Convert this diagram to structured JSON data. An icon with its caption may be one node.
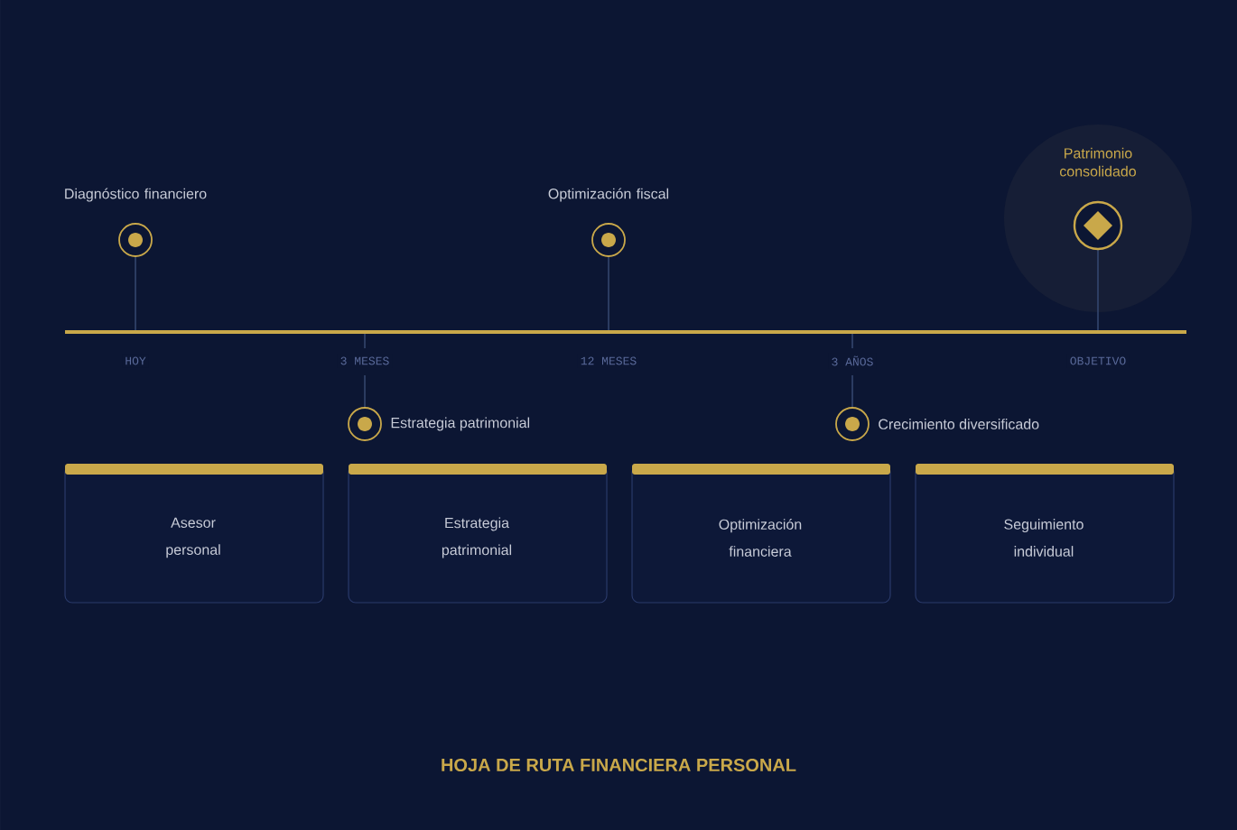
{
  "diagram": {
    "title": "HOJA DE RUTA FINANCIERA PERSONAL",
    "nodes": [
      {
        "text": [
          "Diagnóstico financiero"
        ],
        "beside": [
          "HOY"
        ]
      },
      {
        "text": [
          "Estrategia patrimonial"
        ],
        "beside": [
          "3 MESES"
        ]
      },
      {
        "text": [
          "Optimización fiscal"
        ],
        "beside": [
          "12 MESES"
        ]
      },
      {
        "text": [
          "Crecimiento diversificado"
        ],
        "beside": [
          "3 AÑOS"
        ]
      },
      {
        "text": [
          "Patrimonio consolidado"
        ],
        "beside": [
          "OBJETIVO"
        ]
      },
      {
        "text": [
          "Asesor personal"
        ]
      },
      {
        "text": [
          "Estrategia patrimonial"
        ]
      },
      {
        "text": [
          "Optimización financiera"
        ]
      },
      {
        "text": [
          "Seguimiento individual"
        ]
      }
    ]
  }
}
